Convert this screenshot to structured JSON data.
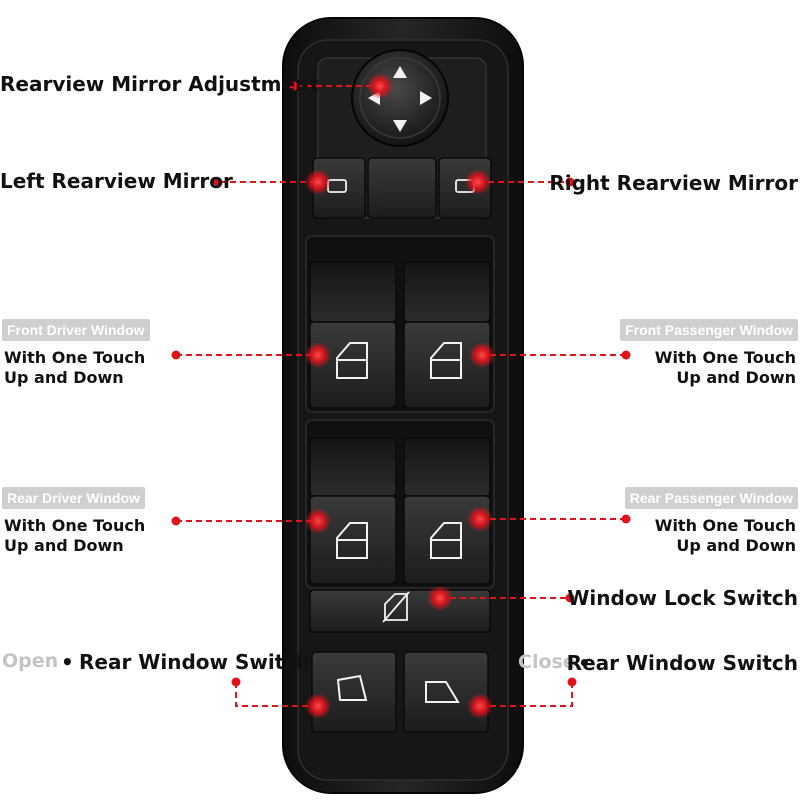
{
  "labels": {
    "mirror_adjust": "Rearview Mirror Adjustment",
    "left_mirror": "Left Rearview Mirror",
    "right_mirror": "Right Rearview Mirror",
    "front_driver_tag": "Front Driver Window",
    "front_driver_desc1": "With One Touch",
    "front_driver_desc2": "Up and Down",
    "front_passenger_tag": "Front Passenger Window",
    "front_passenger_desc1": "With One Touch",
    "front_passenger_desc2": "Up and Down",
    "rear_driver_tag": "Rear Driver Window",
    "rear_driver_desc1": "With One Touch",
    "rear_driver_desc2": "Up and Down",
    "rear_passenger_tag": "Rear Passenger Window",
    "rear_passenger_desc1": "With One Touch",
    "rear_passenger_desc2": "Up and Down",
    "window_lock": "Window Lock Switch",
    "open_word": "Open",
    "close_word": "Close",
    "rear_switch_left": "Rear Window Switch",
    "rear_switch_right": "Rear Window Switch",
    "bullet": "•"
  },
  "colors": {
    "callout": "#e0121b",
    "panel": "#1a1a1a",
    "button": "#2a2a2a",
    "tag_bg": "#cfcfcf",
    "muted_text": "#c4c4c4"
  }
}
